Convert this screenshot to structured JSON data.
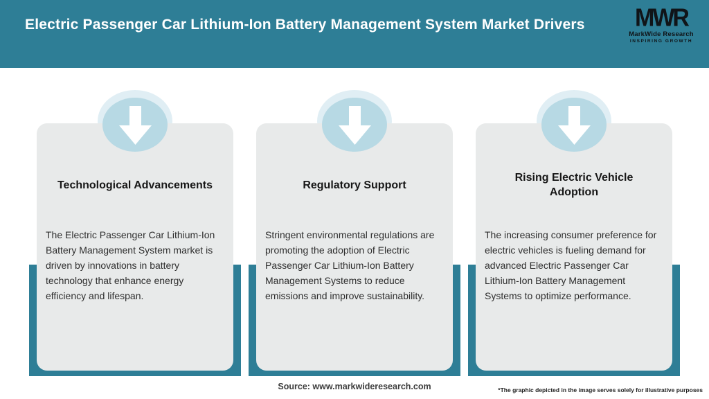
{
  "header": {
    "title": "Electric Passenger Car Lithium-Ion Battery Management System Market Drivers",
    "logo": {
      "acronym": "MWR",
      "name": "MarkWide Research",
      "tagline": "INSPIRING GROWTH"
    }
  },
  "cards": [
    {
      "icon": "down-arrow",
      "title": "Technological Advancements",
      "body": "The Electric Passenger Car Lithium-Ion Battery Management System market is driven by innovations in battery technology that enhance energy efficiency and lifespan."
    },
    {
      "icon": "down-arrow",
      "title": "Regulatory Support",
      "body": "Stringent environmental regulations are promoting the adoption of Electric Passenger Car Lithium-Ion Battery Management Systems to reduce emissions and improve sustainability."
    },
    {
      "icon": "down-arrow",
      "title": "Rising Electric Vehicle Adoption",
      "body": "The increasing consumer preference for electric vehicles is fueling demand for advanced Electric Passenger Car Lithium-Ion Battery Management Systems to optimize performance."
    }
  ],
  "footer": {
    "source": "Source: www.markwideresearch.com",
    "disclaimer": "*The graphic depicted in the image serves solely for illustrative purposes"
  },
  "colors": {
    "header_teal": "#2e7e96",
    "pillar_teal": "#2e7e96",
    "card_bg": "#e8eaea",
    "circle_blue": "#b7d9e4",
    "header_text": "#ffffff",
    "title_text": "#171717",
    "body_text": "#2e2e2e"
  }
}
